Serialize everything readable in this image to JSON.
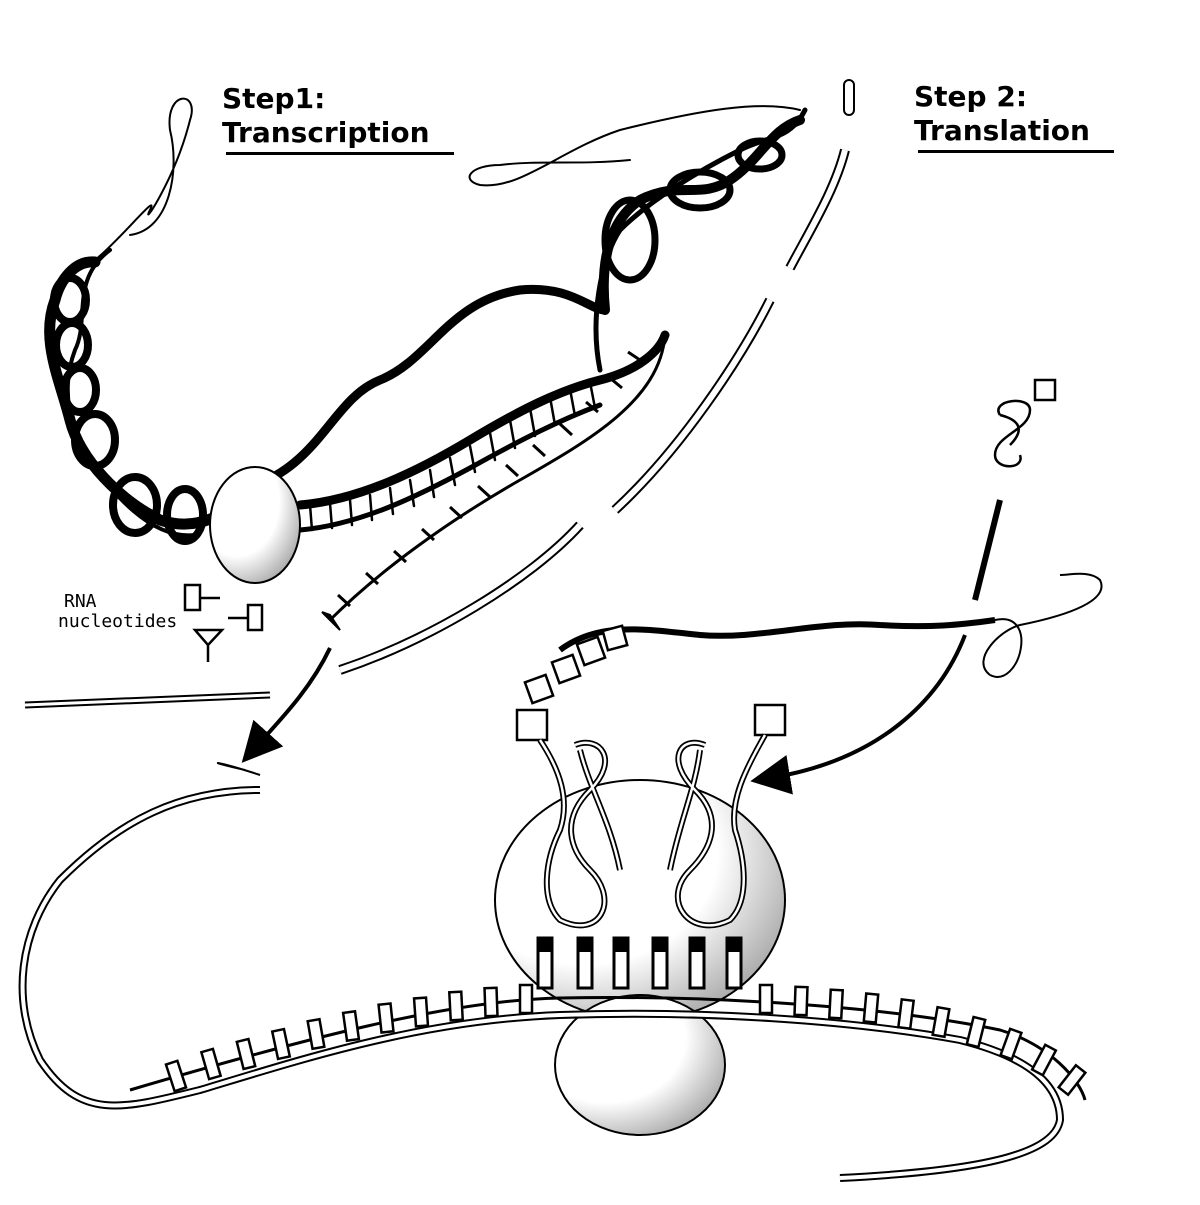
{
  "steps": {
    "step1": {
      "label": "Step1:",
      "title": "Transcription"
    },
    "step2": {
      "label": "Step 2:",
      "title": "Translation"
    }
  },
  "labels": {
    "rna_nucleotides_line1": "RNA",
    "rna_nucleotides_line2": "nucleotides"
  },
  "colors": {
    "ink": "#000000",
    "paper": "#ffffff",
    "shade": "#8a8a8a"
  }
}
